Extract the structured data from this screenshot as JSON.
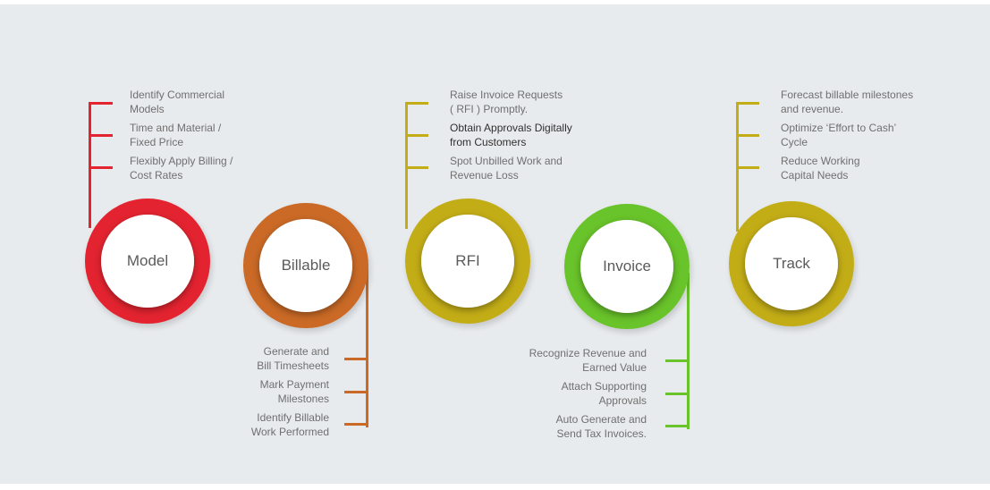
{
  "background": {
    "page": "#ffffff",
    "canvas": "#e8ebee"
  },
  "stages": [
    {
      "label": "Model",
      "color": "#e32430",
      "items": [
        "Identify Commercial\nModels",
        "Time and Material /\nFixed Price",
        "Flexibly Apply Billing /\nCost Rates"
      ]
    },
    {
      "label": "Billable",
      "color": "#ca6a26",
      "items": [
        "Generate and\nBill Timesheets",
        "Mark Payment\nMilestones",
        "Identify Billable\nWork Performed"
      ]
    },
    {
      "label": "RFI",
      "color": "#c3ad17",
      "items": [
        "Raise Invoice Requests\n( RFI ) Promptly.",
        "Obtain Approvals Digitally\nfrom Customers",
        "Spot Unbilled Work and\nRevenue Loss"
      ]
    },
    {
      "label": "Invoice",
      "color": "#69c32a",
      "items": [
        "Recognize Revenue and\nEarned Value",
        "Attach Supporting\nApprovals",
        "Auto Generate and\nSend Tax Invoices."
      ]
    },
    {
      "label": "Track",
      "color": "#c3ad17",
      "items": [
        "Forecast billable milestones\nand revenue.",
        "Optimize ‘Effort to Cash’\nCycle",
        "Reduce Working\nCapital Needs"
      ]
    }
  ]
}
